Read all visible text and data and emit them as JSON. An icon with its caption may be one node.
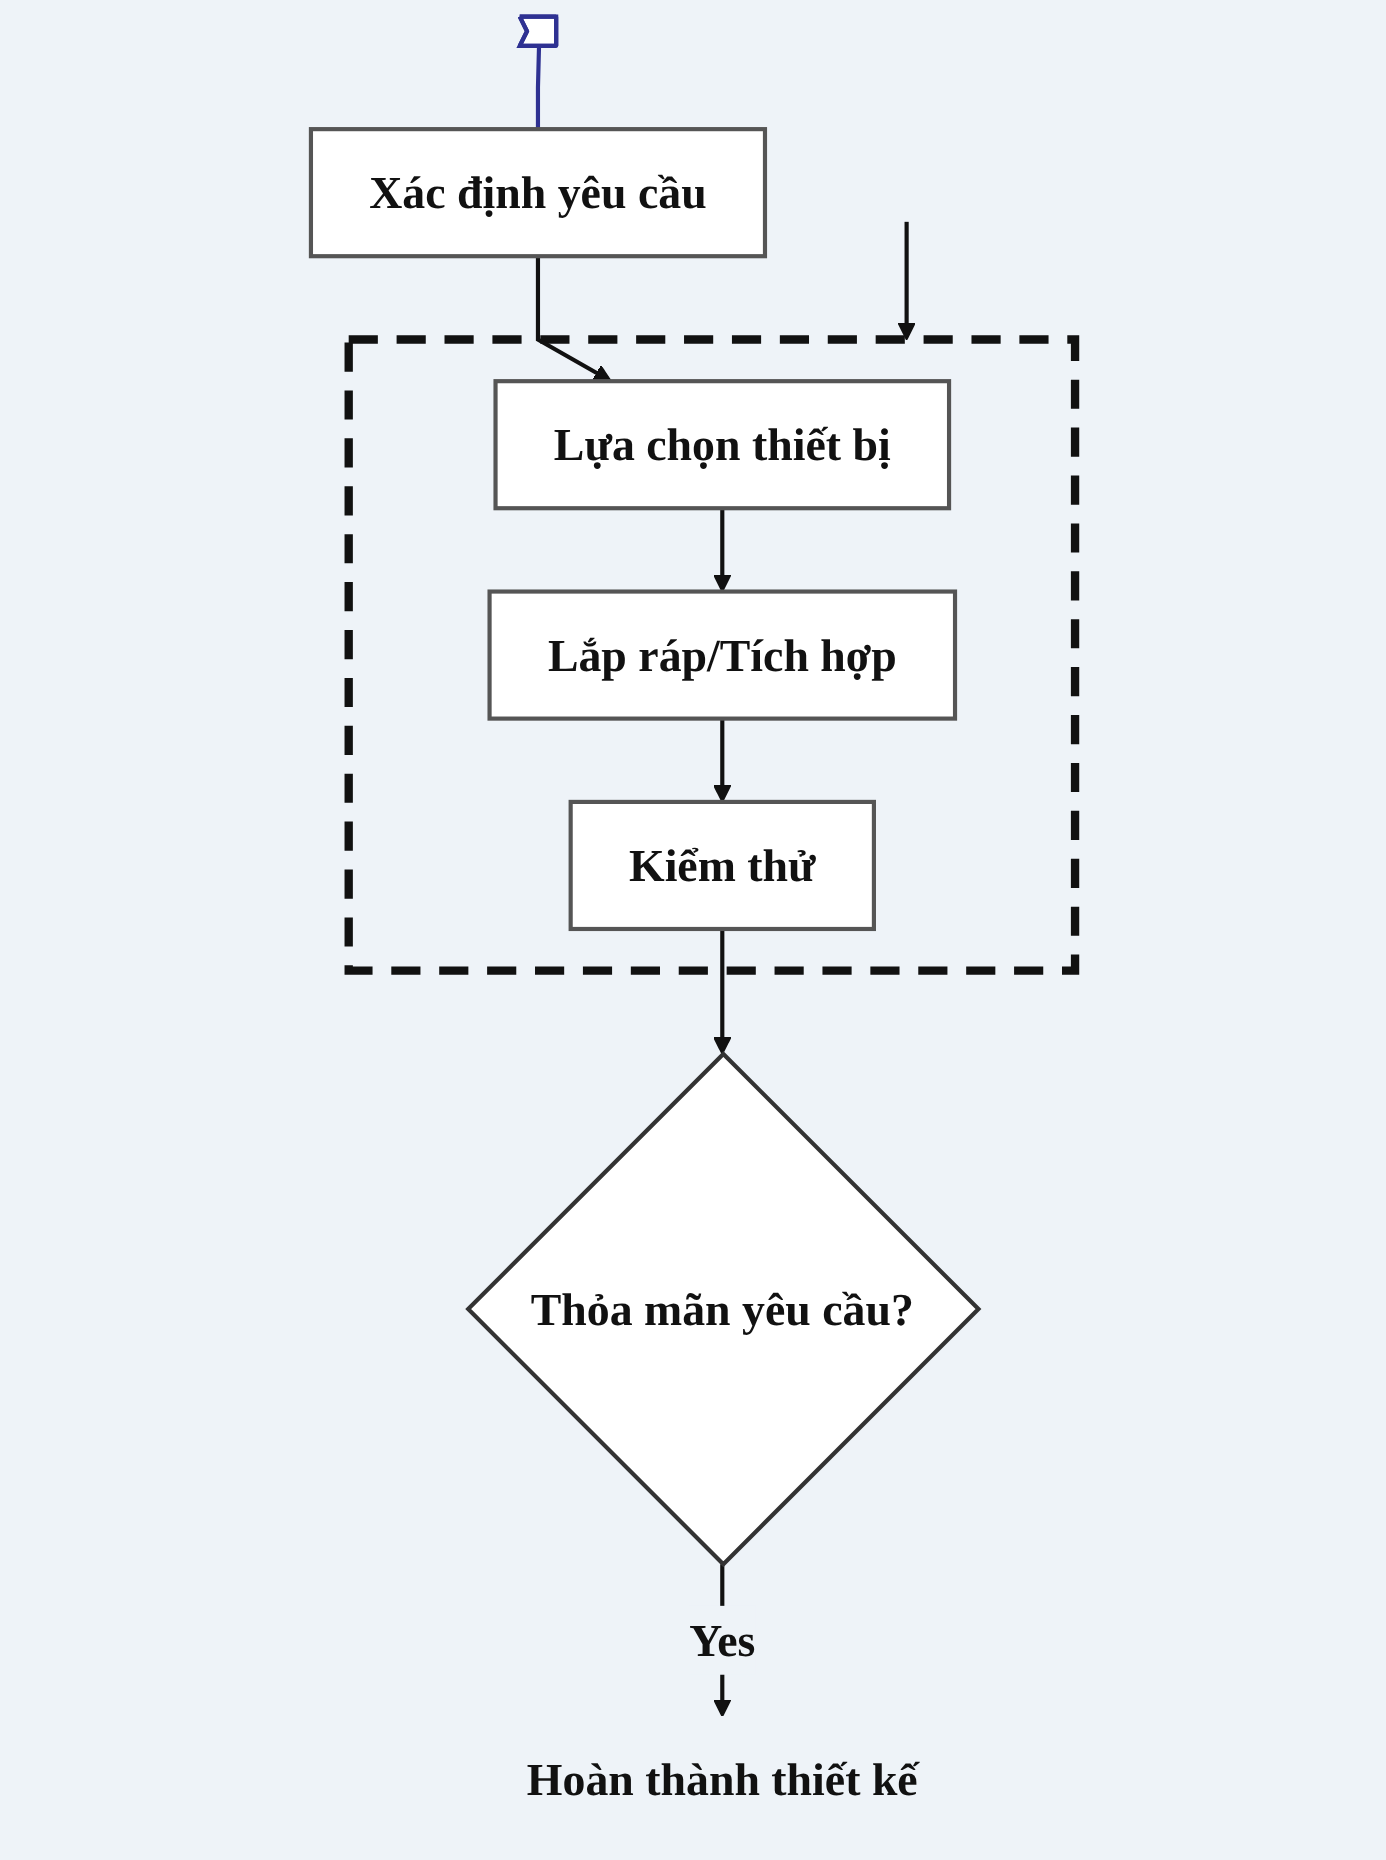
{
  "diagram": {
    "nodes": [
      {
        "text": [
          "Xác định yêu cầu"
        ]
      },
      {
        "text": [],
        "shape": "box"
      },
      {
        "text": [
          "Lựa chọn thiết bị"
        ],
        "in": 1
      },
      {
        "text": [
          "Lắp ráp/Tích hợp"
        ],
        "in": 1
      },
      {
        "text": [
          "Kiểm thử"
        ],
        "in": 1
      },
      {
        "text": [
          "Thỏa mãn yêu cầu?"
        ]
      },
      {
        "text": [
          "Hoàn thành thiết kế"
        ]
      },
      {
        "text": [],
        "shape": "callout"
      }
    ],
    "edges": [
      {
        "from": 0,
        "to": 2,
        "arrow": "to"
      },
      {
        "from": 2,
        "to": 3,
        "arrow": "to"
      },
      {
        "from": 3,
        "to": 4,
        "arrow": "to"
      },
      {
        "from": 4,
        "to": 5,
        "arrow": "to"
      },
      {
        "from": 5,
        "to": 6,
        "arrow": "to",
        "label": "Yes"
      },
      {
        "from": null,
        "to": 1,
        "arrow": "to"
      },
      {
        "from": 7,
        "to": 0,
        "arrow": "none",
        "color": "#2e3192"
      }
    ]
  }
}
